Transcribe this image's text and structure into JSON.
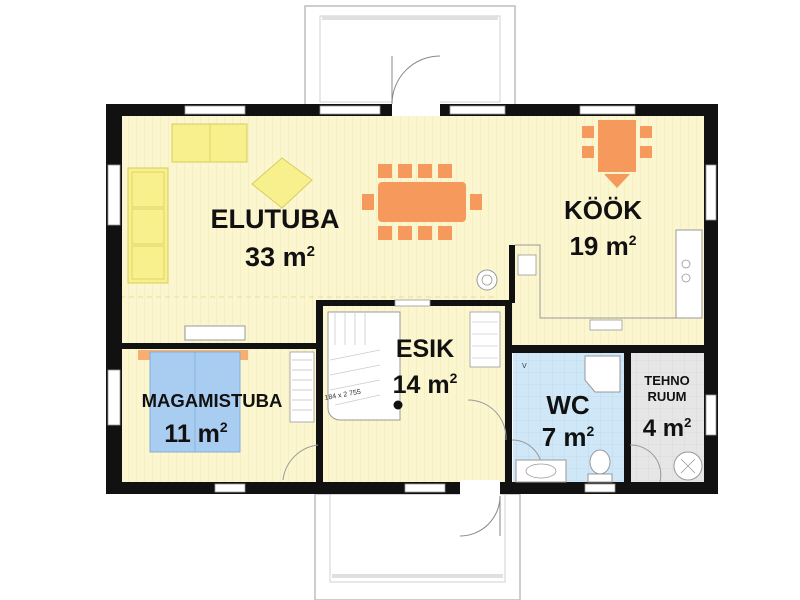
{
  "colors": {
    "wall": "#111111",
    "floor_wood": "#fbf6cf",
    "floor_stripe": "#f2e9b0",
    "bathroom_tile": "#cfe7f7",
    "tech_room": "#e6e6e6",
    "furniture_yellow": "#f7f08d",
    "furniture_orange": "#f59a5c",
    "bed_blue": "#a9cdf0",
    "pillow_orange": "#f7ae70",
    "window": "#ffffff"
  },
  "rooms": {
    "living": {
      "name": "ELUTUBA",
      "area_value": "33 m",
      "area_sup": "2"
    },
    "kitchen": {
      "name": "KÖÖK",
      "area_value": "19 m",
      "area_sup": "2"
    },
    "hall": {
      "name": "ESIK",
      "area_value": "14 m",
      "area_sup": "2"
    },
    "bedroom": {
      "name": "MAGAMISTUBA",
      "area_value": "11 m",
      "area_sup": "2"
    },
    "wc": {
      "name": "WC",
      "area_value": "7 m",
      "area_sup": "2"
    },
    "tech": {
      "name_line1": "TEHNO",
      "name_line2": "RUUM",
      "area_value": "4 m",
      "area_sup": "2"
    }
  },
  "annotations": {
    "stair_size": "184 x 2 755",
    "ventilation_mark": "V"
  }
}
